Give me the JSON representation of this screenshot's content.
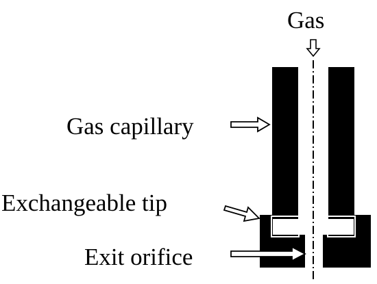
{
  "labels": {
    "gas": "Gas",
    "gas_capillary": "Gas capillary",
    "exchangeable_tip": "Exchangeable tip",
    "exit_orifice": "Exit orifice"
  },
  "colors": {
    "ink": "#000000",
    "background": "#ffffff",
    "arrow_fill": "#ffffff"
  }
}
